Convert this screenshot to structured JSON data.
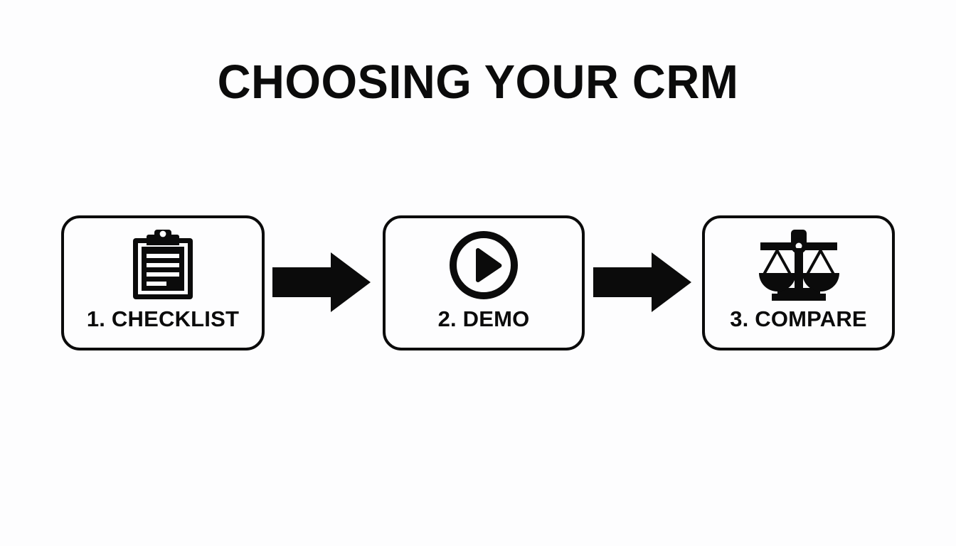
{
  "slide": {
    "title": "CHOOSING YOUR CRM",
    "background_color": "#fdfdfe",
    "ink_color": "#0b0b0b"
  },
  "flow": {
    "steps": [
      {
        "label": "1. CHECKLIST",
        "icon": "clipboard-icon"
      },
      {
        "label": "2. DEMO",
        "icon": "play-circle-icon"
      },
      {
        "label": "3. COMPARE",
        "icon": "balance-scale-icon"
      }
    ],
    "connectors": [
      {
        "icon": "arrow-right-icon"
      },
      {
        "icon": "arrow-right-icon"
      }
    ]
  }
}
